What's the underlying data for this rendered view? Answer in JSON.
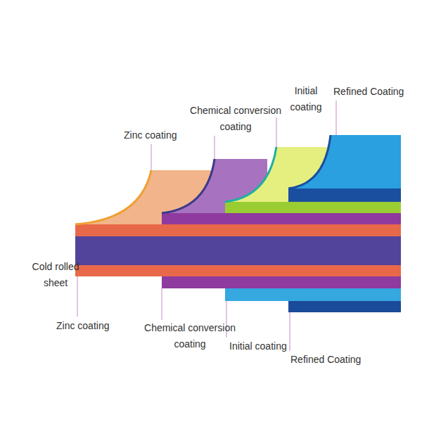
{
  "diagram": {
    "labels": [
      "Initial coating",
      "Refined Coating",
      "Chemical conversion coating",
      "Zinc coating",
      "Cold rolled sheet",
      "Zinc coating",
      "Chemical conversion coating",
      "Initial coating",
      "Refined Coating"
    ]
  }
}
